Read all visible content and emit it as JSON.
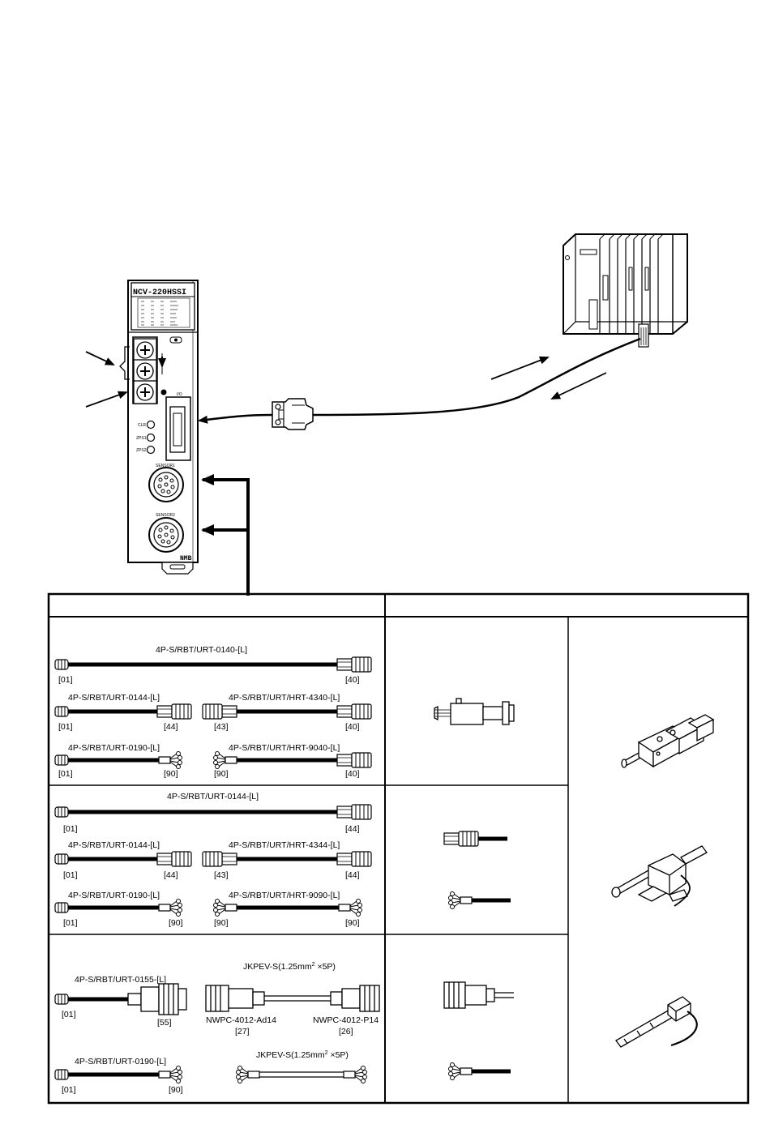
{
  "module": {
    "model": "NCV-220HSSI",
    "port_io": "I/O",
    "led_clr": "CLR",
    "led_zps1": "ZPS1",
    "led_zps2": "ZPS2",
    "sensor1": "SENSOR1",
    "sensor2": "SENSOR2",
    "logo": "NMB"
  },
  "cables": {
    "row1": {
      "c1": {
        "name": "4P-S/RBT/URT-0140-[L]",
        "left": "[01]",
        "right": "[40]"
      },
      "c2": {
        "name": "4P-S/RBT/URT-0144-[L]",
        "left": "[01]",
        "right": "[44]"
      },
      "c3": {
        "name": "4P-S/RBT/URT/HRT-4340-[L]",
        "left": "[43]",
        "right": "[40]"
      },
      "c4": {
        "name": "4P-S/RBT/URT-0190-[L]",
        "left": "[01]",
        "right": "[90]"
      },
      "c5": {
        "name": "4P-S/RBT/URT/HRT-9040-[L]",
        "left": "[90]",
        "right": "[40]"
      }
    },
    "row2": {
      "c1": {
        "name": "4P-S/RBT/URT-0144-[L]",
        "left": "[01]",
        "right": "[44]"
      },
      "c2": {
        "name": "4P-S/RBT/URT-0144-[L]",
        "left": "[01]",
        "right": "[44]"
      },
      "c3": {
        "name": "4P-S/RBT/URT/HRT-4344-[L]",
        "left": "[43]",
        "right": "[44]"
      },
      "c4": {
        "name": "4P-S/RBT/URT-0190-[L]",
        "left": "[01]",
        "right": "[90]"
      },
      "c5": {
        "name": "4P-S/RBT/URT/HRT-9090-[L]",
        "left": "[90]",
        "right": "[90]"
      }
    },
    "row3": {
      "c1": {
        "name": "4P-S/RBT/URT-0155-[L]",
        "left": "[01]",
        "right": "[55]"
      },
      "jk1": {
        "name_prefix": "JKPEV-S(1.25mm",
        "sup": "2",
        "name_suffix": " ×5P)"
      },
      "nw1": {
        "name": "NWPC-4012-Ad14",
        "code": "[27]"
      },
      "nw2": {
        "name": "NWPC-4012-P14",
        "code": "[26]"
      },
      "c4": {
        "name": "4P-S/RBT/URT-0190-[L]",
        "left": "[01]",
        "right": "[90]"
      },
      "jk2": {
        "name_prefix": "JKPEV-S(1.25mm",
        "sup": "2",
        "name_suffix": " ×5P)"
      }
    }
  }
}
